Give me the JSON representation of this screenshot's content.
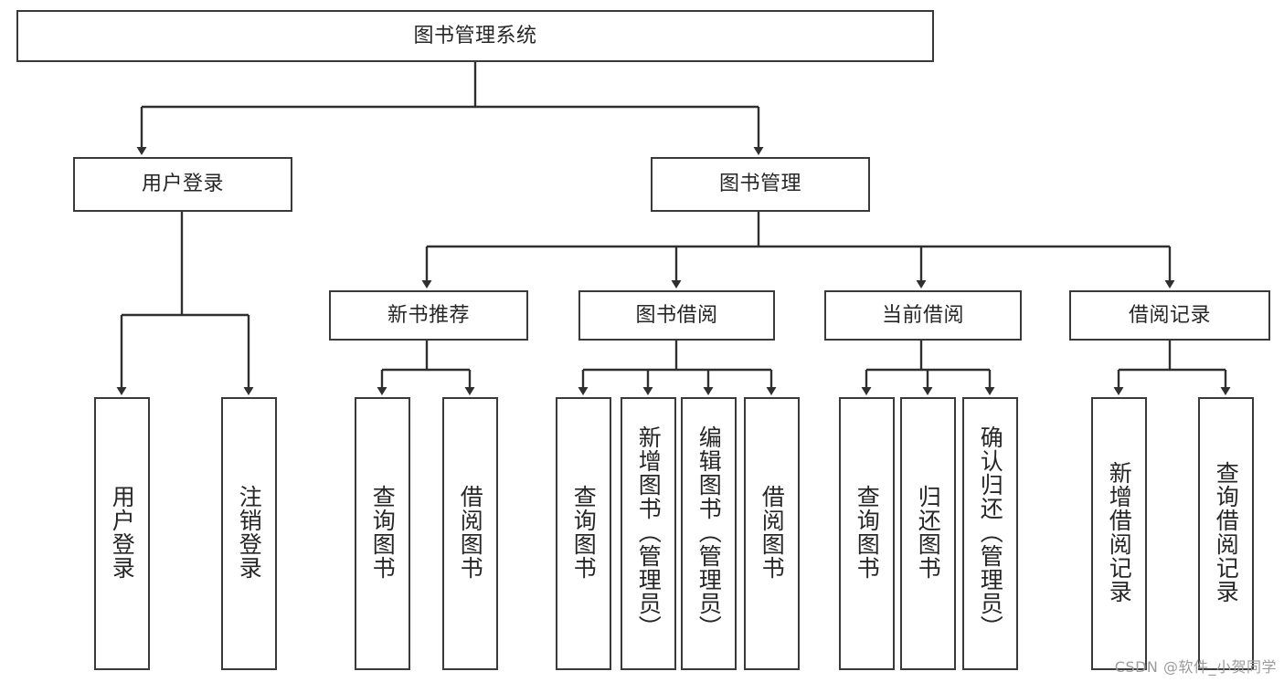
{
  "diagram": {
    "title": "图书管理系统",
    "type": "tree-hierarchy",
    "colors": {
      "box_border": "#3a3a3a",
      "box_fill": "#ffffff",
      "text": "#262626",
      "edge": "#2f2f2f",
      "watermark": "#9b9b9b"
    },
    "root": {
      "label": "图书管理系统"
    },
    "level2": [
      {
        "id": "user-login",
        "label": "用户登录"
      },
      {
        "id": "book-management",
        "label": "图书管理"
      }
    ],
    "level3": [
      {
        "id": "new-book-recommend",
        "label": "新书推荐"
      },
      {
        "id": "book-borrow",
        "label": "图书借阅"
      },
      {
        "id": "current-borrow",
        "label": "当前借阅"
      },
      {
        "id": "borrow-record",
        "label": "借阅记录"
      }
    ],
    "leaves": {
      "user_login": [
        {
          "id": "leaf-user-login",
          "label": "用户登录"
        },
        {
          "id": "leaf-logout-login",
          "label": "注销登录"
        }
      ],
      "new_book_recommend": [
        {
          "id": "leaf-query-book-1",
          "label": "查询图书"
        },
        {
          "id": "leaf-borrow-book-1",
          "label": "借阅图书"
        }
      ],
      "book_borrow": [
        {
          "id": "leaf-query-book-2",
          "label": "查询图书"
        },
        {
          "id": "leaf-add-book",
          "label": "新增图书（管理员）"
        },
        {
          "id": "leaf-edit-book",
          "label": "编辑图书（管理员）"
        },
        {
          "id": "leaf-borrow-book-2",
          "label": "借阅图书"
        }
      ],
      "current_borrow": [
        {
          "id": "leaf-query-book-3",
          "label": "查询图书"
        },
        {
          "id": "leaf-return-book",
          "label": "归还图书"
        },
        {
          "id": "leaf-confirm-return",
          "label": "确认归还（管理员）"
        }
      ],
      "borrow_record": [
        {
          "id": "leaf-add-record",
          "label": "新增借阅记录"
        },
        {
          "id": "leaf-query-record",
          "label": "查询借阅记录"
        }
      ]
    },
    "watermark": "CSDN @软件_小贺同学"
  }
}
